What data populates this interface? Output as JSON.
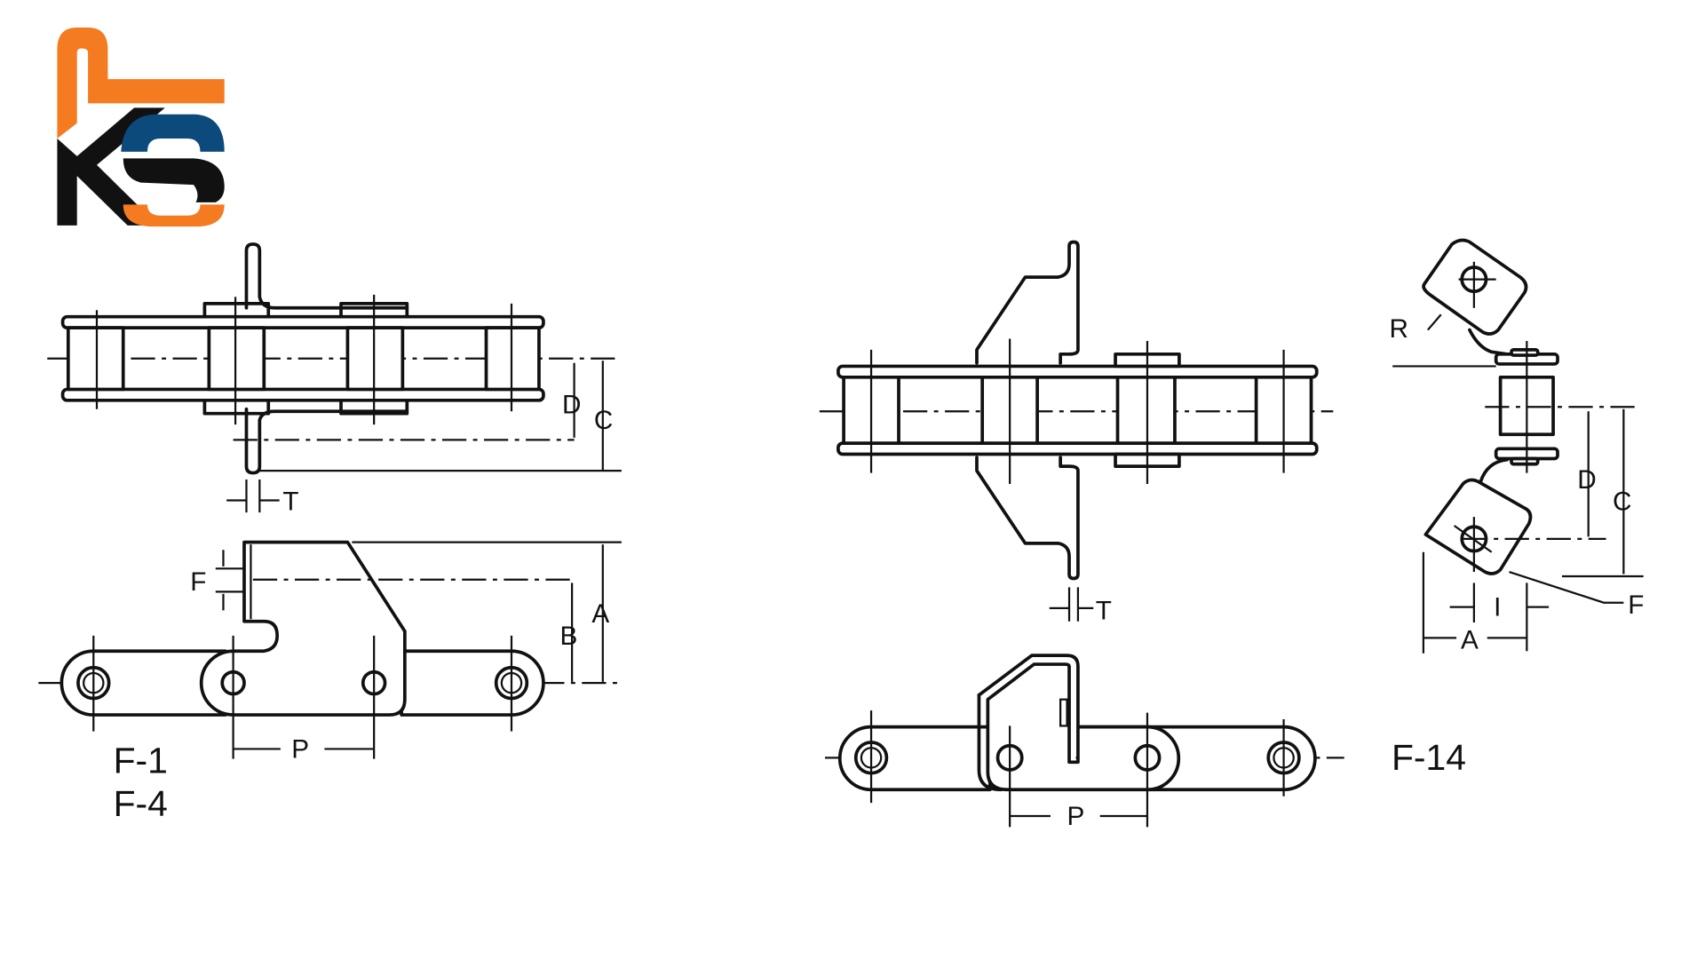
{
  "logo": {
    "text": "KS",
    "colors": {
      "orange": "#F47B20",
      "blue": "#0B4A7A",
      "black": "#111111"
    }
  },
  "diagrams": {
    "left": {
      "captions": [
        "F-1",
        "F-4"
      ],
      "top_view_labels": {
        "d": "D",
        "c": "C",
        "t": "T"
      },
      "side_view_labels": {
        "f": "F",
        "b": "B",
        "a": "A",
        "p": "P"
      }
    },
    "middle": {
      "caption": "F-14",
      "top_view_labels": {
        "t": "T"
      },
      "side_view_labels": {
        "p": "P"
      }
    },
    "right": {
      "end_view_labels": {
        "r": "R",
        "d": "D",
        "c": "C",
        "i": "I",
        "f": "F",
        "a": "A"
      }
    }
  }
}
